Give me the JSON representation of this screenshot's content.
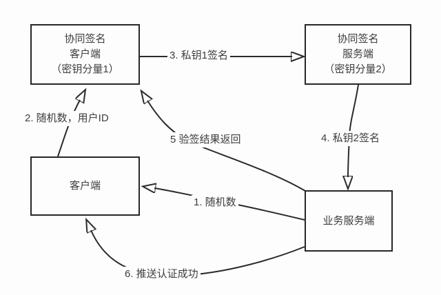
{
  "diagram": {
    "type": "flow-diagram",
    "colors": {
      "line": "#2a2a2a",
      "text": "#3d3d3d",
      "background": "#fdfdfd",
      "node_border": "#262626",
      "node_fill": "#fdfdfd"
    },
    "nodes": [
      {
        "id": "cosign-client",
        "lines": [
          "协同签名",
          "客户端",
          "（密钥分量1）"
        ]
      },
      {
        "id": "cosign-server",
        "lines": [
          "协同签名",
          "服务端",
          "（密钥分量2）"
        ]
      },
      {
        "id": "client",
        "lines": [
          "客户端"
        ]
      },
      {
        "id": "biz-server",
        "lines": [
          "业务服务端"
        ]
      }
    ],
    "edges": [
      {
        "id": "1",
        "label": "1. 随机数",
        "from": "biz-server",
        "to": "client"
      },
      {
        "id": "2",
        "label": "2. 随机数，用户ID",
        "from": "client",
        "to": "cosign-client"
      },
      {
        "id": "3",
        "label": "3. 私钥1签名",
        "from": "cosign-client",
        "to": "cosign-server"
      },
      {
        "id": "4",
        "label": "4. 私钥2签名",
        "from": "cosign-server",
        "to": "biz-server"
      },
      {
        "id": "5",
        "label": "5 验签结果返回",
        "from": "biz-server",
        "to": "cosign-client"
      },
      {
        "id": "6",
        "label": "6. 推送认证成功",
        "from": "biz-server",
        "to": "client"
      }
    ]
  }
}
